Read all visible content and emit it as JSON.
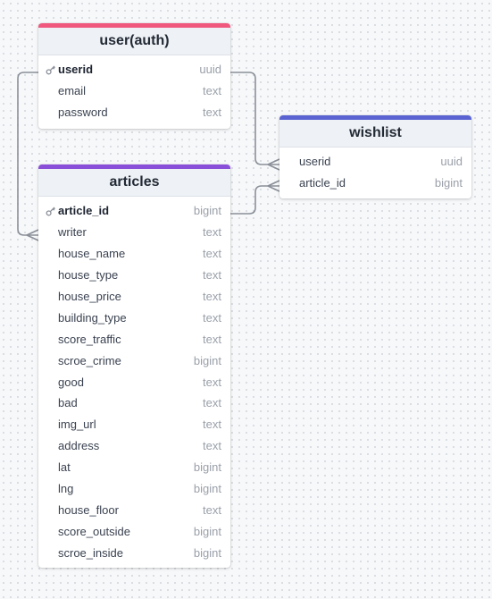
{
  "entities": {
    "user": {
      "title": "user(auth)",
      "accent": "#f0587e",
      "fields": [
        {
          "name": "userid",
          "type": "uuid",
          "primary_key": true
        },
        {
          "name": "email",
          "type": "text",
          "primary_key": false
        },
        {
          "name": "password",
          "type": "text",
          "primary_key": false
        }
      ]
    },
    "wishlist": {
      "title": "wishlist",
      "accent": "#5a63d1",
      "fields": [
        {
          "name": "userid",
          "type": "uuid",
          "primary_key": false
        },
        {
          "name": "article_id",
          "type": "bigint",
          "primary_key": false
        }
      ]
    },
    "articles": {
      "title": "articles",
      "accent": "#8a4fd8",
      "fields": [
        {
          "name": "article_id",
          "type": "bigint",
          "primary_key": true
        },
        {
          "name": "writer",
          "type": "text",
          "primary_key": false
        },
        {
          "name": "house_name",
          "type": "text",
          "primary_key": false
        },
        {
          "name": "house_type",
          "type": "text",
          "primary_key": false
        },
        {
          "name": "house_price",
          "type": "text",
          "primary_key": false
        },
        {
          "name": "building_type",
          "type": "text",
          "primary_key": false
        },
        {
          "name": "score_traffic",
          "type": "text",
          "primary_key": false
        },
        {
          "name": "scroe_crime",
          "type": "bigint",
          "primary_key": false
        },
        {
          "name": "good",
          "type": "text",
          "primary_key": false
        },
        {
          "name": "bad",
          "type": "text",
          "primary_key": false
        },
        {
          "name": "img_url",
          "type": "text",
          "primary_key": false
        },
        {
          "name": "address",
          "type": "text",
          "primary_key": false
        },
        {
          "name": "lat",
          "type": "bigint",
          "primary_key": false
        },
        {
          "name": "lng",
          "type": "bigint",
          "primary_key": false
        },
        {
          "name": "house_floor",
          "type": "text",
          "primary_key": false
        },
        {
          "name": "score_outside",
          "type": "bigint",
          "primary_key": false
        },
        {
          "name": "scroe_inside",
          "type": "bigint",
          "primary_key": false
        }
      ]
    }
  },
  "relationships": [
    {
      "from": "user.userid",
      "to": "wishlist.userid",
      "cardinality": "one-to-many"
    },
    {
      "from": "articles.article_id",
      "to": "wishlist.article_id",
      "cardinality": "one-to-many"
    },
    {
      "from": "user.userid",
      "to": "articles.writer",
      "cardinality": "one-to-many"
    }
  ],
  "colors": {
    "canvas_background": "#f7f8fa",
    "connector": "#8a8f98",
    "header_background": "#eef1f5",
    "type_text": "#9aa0a9"
  },
  "icons": {
    "primary_key": "key-icon"
  }
}
